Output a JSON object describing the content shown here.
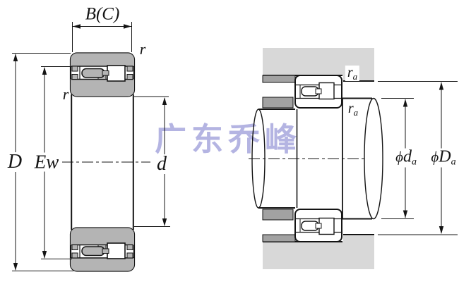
{
  "watermark": {
    "text": "广东乔峰"
  },
  "left_diagram": {
    "description": "bearing cross-section with boundary dimensions",
    "width_label": "B(C)",
    "outer_diameter_label": "D",
    "raceway_diameter_label": "Ew",
    "bore_diameter_label": "d",
    "chamfer_label_top_right": "r",
    "chamfer_label_left": "r"
  },
  "right_diagram": {
    "description": "mounted bearing on shaft in housing with abutment dimensions",
    "fillet_label_top": {
      "base": "r",
      "sub": "a"
    },
    "fillet_label_bottom": {
      "base": "r",
      "sub": "a"
    },
    "shaft_abutment_label": {
      "prefix": "ϕ",
      "base": "d",
      "sub": "a"
    },
    "housing_abutment_label": {
      "prefix": "ϕ",
      "base": "D",
      "sub": "a"
    }
  },
  "colors": {
    "ring_fill": "#b4b4b4",
    "housing_fill": "#d8d8d8",
    "shoulder_fill": "#a2a2a2",
    "line": "#141414",
    "watermark": "#b4b4e2"
  }
}
